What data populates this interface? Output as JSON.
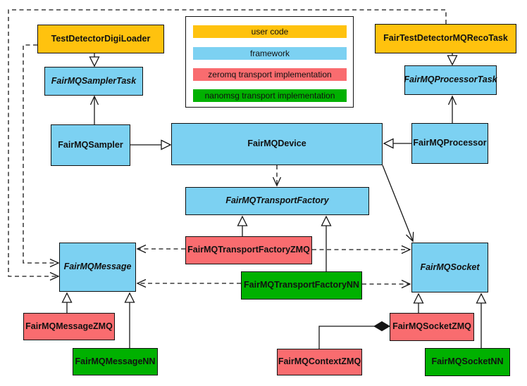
{
  "colors": {
    "user_code": "#FFC20E",
    "framework": "#7CD1F2",
    "zeromq": "#F96C6F",
    "nanomsg": "#00B100"
  },
  "legend": {
    "items": [
      {
        "label": "user code",
        "color": "#FFC20E"
      },
      {
        "label": "framework",
        "color": "#7CD1F2"
      },
      {
        "label": "zeromq transport implementation",
        "color": "#F96C6F"
      },
      {
        "label": "nanomsg transport implementation",
        "color": "#00B100"
      }
    ]
  },
  "nodes": {
    "test_detector_digi_loader": {
      "label": "TestDetectorDigiLoader",
      "category": "user code"
    },
    "fair_test_detector_mq_reco_task": {
      "label": "FairTestDetectorMQRecoTask",
      "category": "user code"
    },
    "fairmq_sampler_task": {
      "label": "FairMQSamplerTask",
      "category": "framework",
      "abstract": true
    },
    "fairmq_processor_task": {
      "label": "FairMQProcessorTask",
      "category": "framework",
      "abstract": true
    },
    "fairmq_sampler": {
      "label": "FairMQSampler",
      "category": "framework"
    },
    "fairmq_device": {
      "label": "FairMQDevice",
      "category": "framework"
    },
    "fairmq_processor": {
      "label": "FairMQProcessor",
      "category": "framework"
    },
    "fairmq_transport_factory": {
      "label": "FairMQTransportFactory",
      "category": "framework",
      "abstract": true
    },
    "fairmq_transport_factory_zmq": {
      "label": "FairMQTransportFactoryZMQ",
      "category": "zeromq"
    },
    "fairmq_transport_factory_nn": {
      "label": "FairMQTransportFactoryNN",
      "category": "nanomsg"
    },
    "fairmq_message": {
      "label": "FairMQMessage",
      "category": "framework",
      "abstract": true
    },
    "fairmq_socket": {
      "label": "FairMQSocket",
      "category": "framework",
      "abstract": true
    },
    "fairmq_message_zmq": {
      "label": "FairMQMessageZMQ",
      "category": "zeromq"
    },
    "fairmq_message_nn": {
      "label": "FairMQMessageNN",
      "category": "nanomsg"
    },
    "fairmq_socket_zmq": {
      "label": "FairMQSocketZMQ",
      "category": "zeromq"
    },
    "fairmq_socket_nn": {
      "label": "FairMQSocketNN",
      "category": "nanomsg"
    },
    "fairmq_context_zmq": {
      "label": "FairMQContextZMQ",
      "category": "zeromq"
    }
  },
  "relationships": [
    {
      "from": "TestDetectorDigiLoader",
      "to": "FairMQSamplerTask",
      "type": "inheritance"
    },
    {
      "from": "FairTestDetectorMQRecoTask",
      "to": "FairMQProcessorTask",
      "type": "inheritance"
    },
    {
      "from": "FairMQSampler",
      "to": "FairMQDevice",
      "type": "inheritance"
    },
    {
      "from": "FairMQProcessor",
      "to": "FairMQDevice",
      "type": "inheritance"
    },
    {
      "from": "FairMQTransportFactoryZMQ",
      "to": "FairMQTransportFactory",
      "type": "inheritance"
    },
    {
      "from": "FairMQTransportFactoryNN",
      "to": "FairMQTransportFactory",
      "type": "inheritance"
    },
    {
      "from": "FairMQMessageZMQ",
      "to": "FairMQMessage",
      "type": "inheritance"
    },
    {
      "from": "FairMQMessageNN",
      "to": "FairMQMessage",
      "type": "inheritance"
    },
    {
      "from": "FairMQSocketZMQ",
      "to": "FairMQSocket",
      "type": "inheritance"
    },
    {
      "from": "FairMQSocketNN",
      "to": "FairMQSocket",
      "type": "inheritance"
    },
    {
      "from": "FairMQSampler",
      "to": "FairMQSamplerTask",
      "type": "association"
    },
    {
      "from": "FairMQProcessor",
      "to": "FairMQProcessorTask",
      "type": "association"
    },
    {
      "from": "FairMQDevice",
      "to": "FairMQSocket",
      "type": "association"
    },
    {
      "from": "FairMQDevice",
      "to": "FairMQTransportFactory",
      "type": "dependency"
    },
    {
      "from": "FairMQTransportFactoryZMQ",
      "to": "FairMQMessage",
      "type": "dependency"
    },
    {
      "from": "FairMQTransportFactoryZMQ",
      "to": "FairMQSocket",
      "type": "dependency"
    },
    {
      "from": "FairMQTransportFactoryNN",
      "to": "FairMQMessage",
      "type": "dependency"
    },
    {
      "from": "FairMQTransportFactoryNN",
      "to": "FairMQSocket",
      "type": "dependency"
    },
    {
      "from": "TestDetectorDigiLoader",
      "to": "FairMQMessage",
      "type": "dependency"
    },
    {
      "from": "FairTestDetectorMQRecoTask",
      "to": "FairMQMessage",
      "type": "dependency"
    },
    {
      "from": "FairMQContextZMQ",
      "to": "FairMQSocketZMQ",
      "type": "composition"
    }
  ]
}
